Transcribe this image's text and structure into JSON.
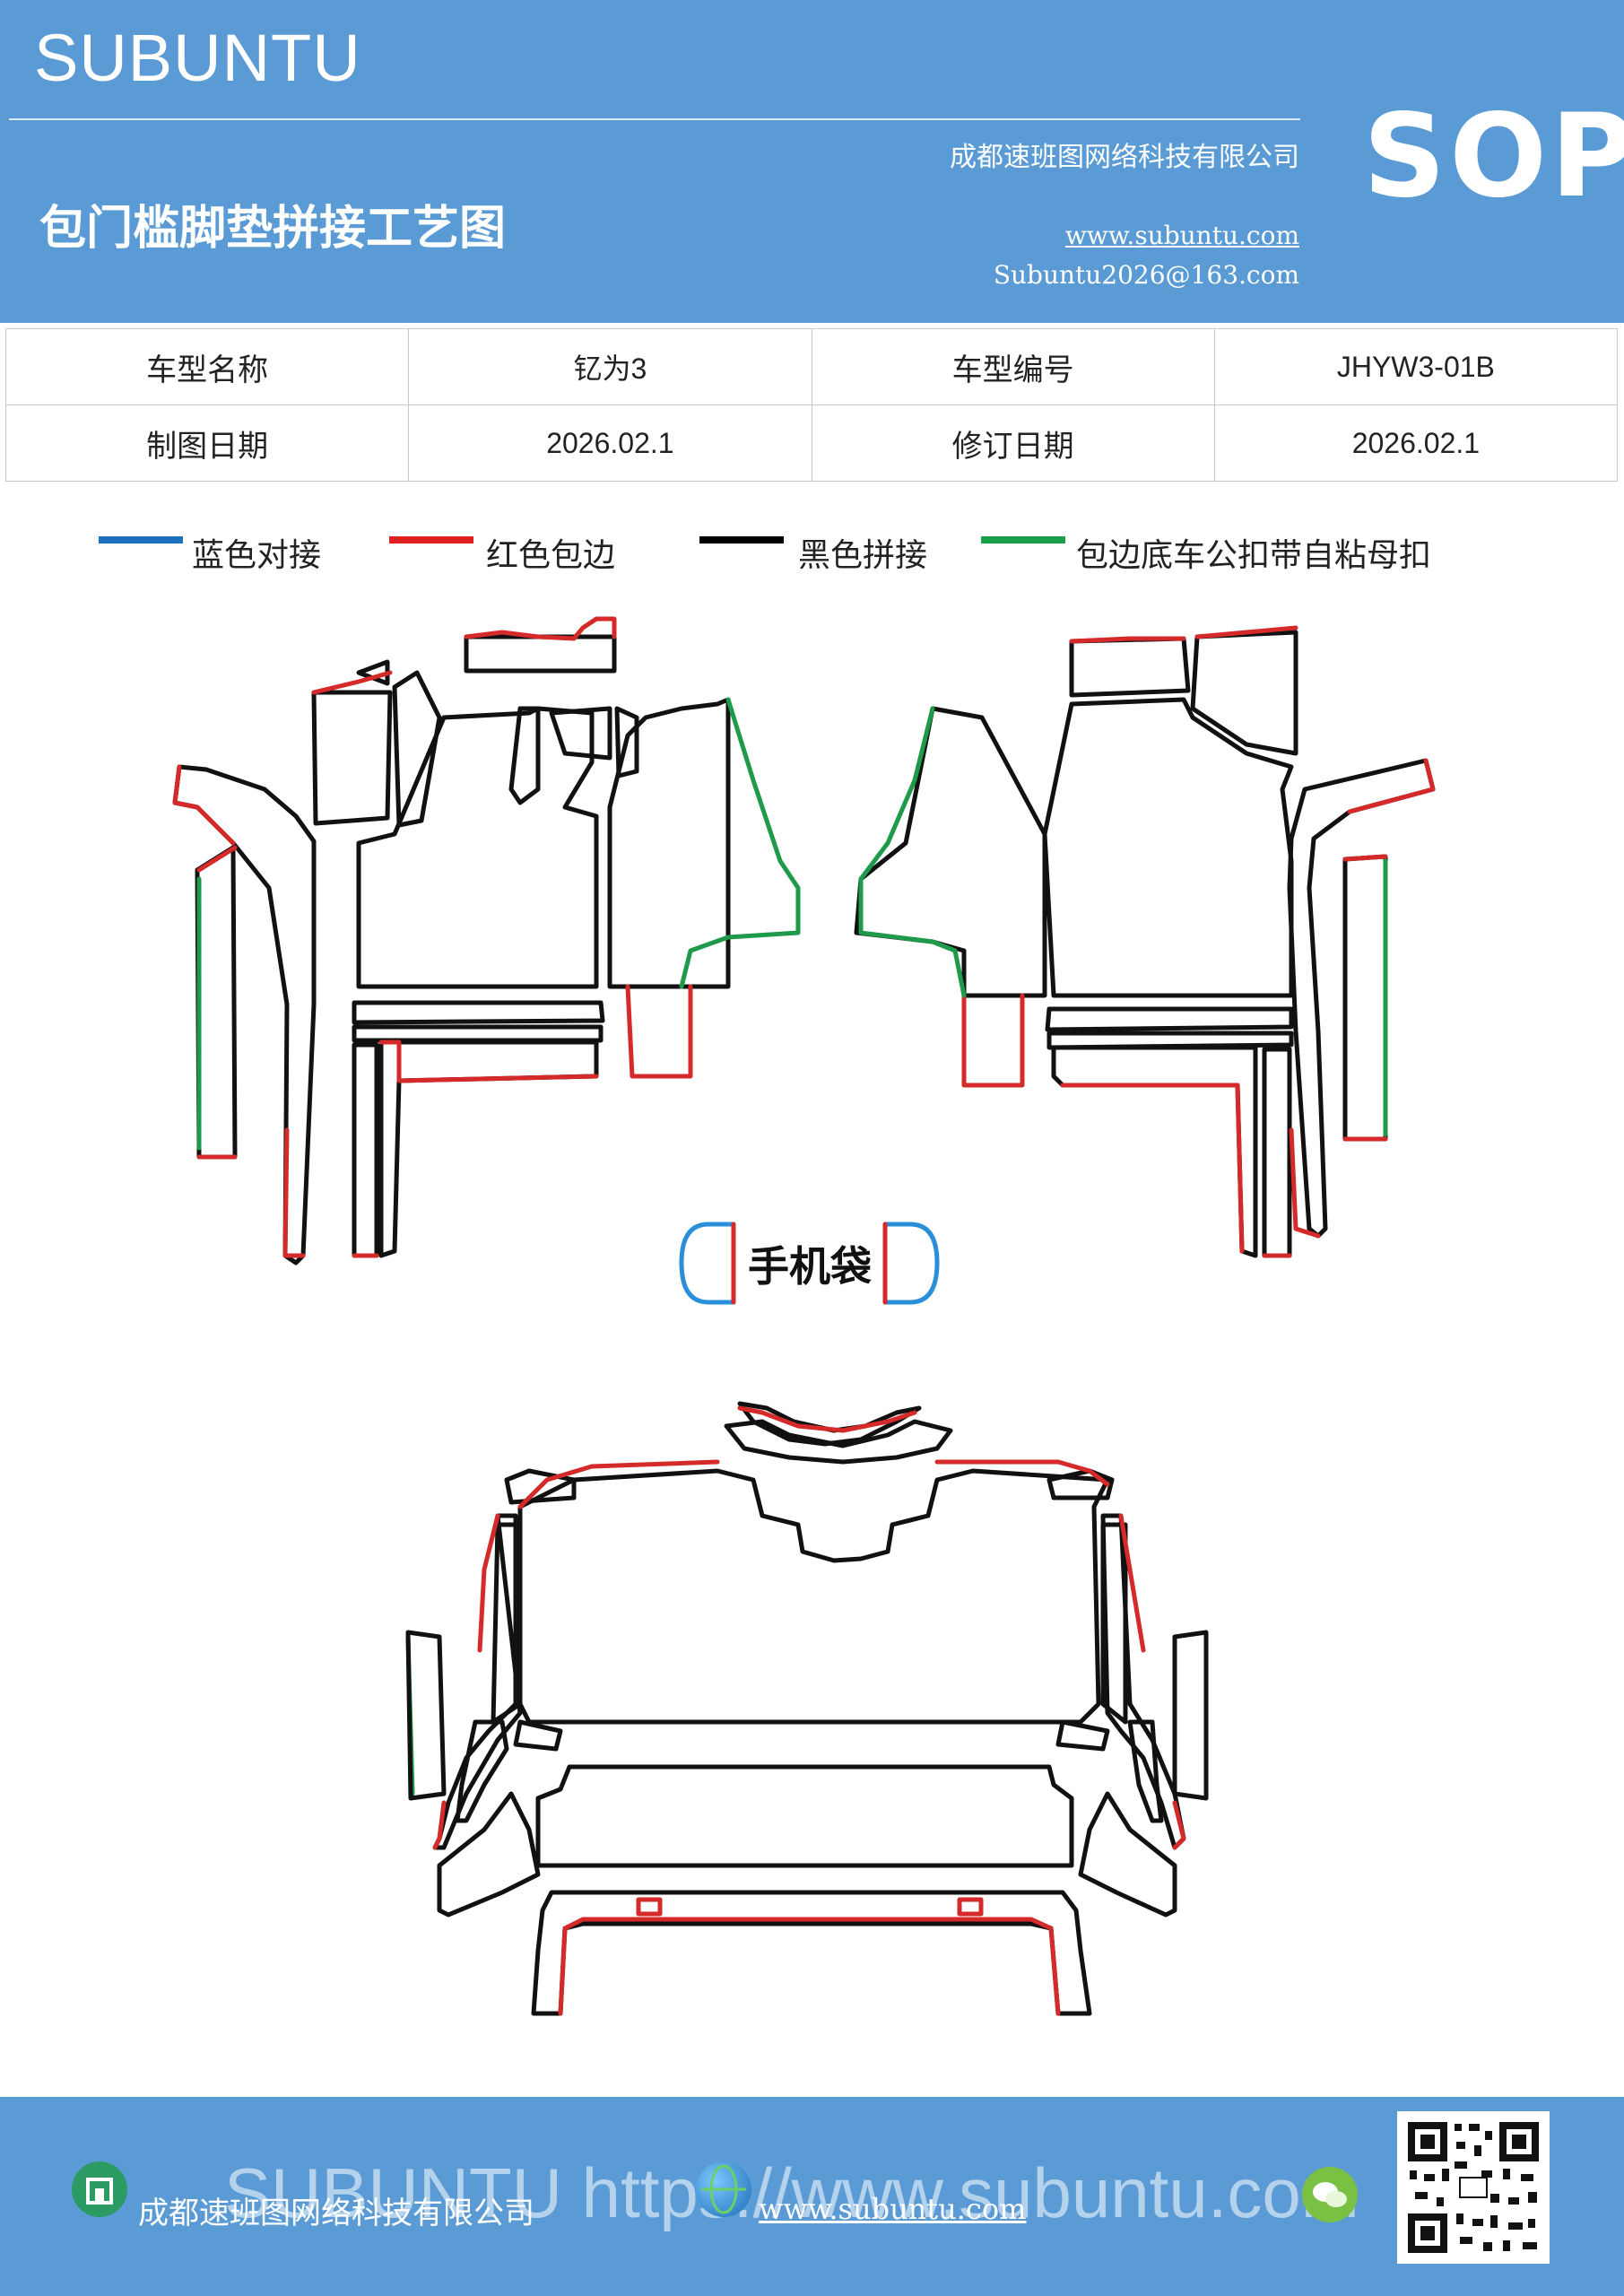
{
  "header": {
    "brand": "SUBUNTU",
    "title": "包门槛脚垫拼接工艺图",
    "company": "成都速班图网络科技有限公司",
    "website": "www.subuntu.com",
    "email": "Subuntu2026@163.com",
    "sop": "SOP"
  },
  "info_table": {
    "rows": [
      {
        "label1": "车型名称",
        "value1": "钇为3",
        "label2": "车型编号",
        "value2": "JHYW3-01B"
      },
      {
        "label1": "制图日期",
        "value1": "2026.02.1",
        "label2": "修订日期",
        "value2": "2026.02.1"
      }
    ]
  },
  "legend": [
    {
      "label": "蓝色对接",
      "color": "#1f6fbf"
    },
    {
      "label": "红色包边",
      "color": "#e02020"
    },
    {
      "label": "黑色拼接",
      "color": "#000000"
    },
    {
      "label": "包边底车公扣带自粘母扣",
      "color": "#1aa04a"
    }
  ],
  "diagram": {
    "phone_bag_label": "手机袋",
    "colors": {
      "outline": "#111111",
      "edge": "#d42a2a",
      "snap": "#1e9a4a",
      "join": "#2a8fd8"
    }
  },
  "footer": {
    "company": "成都速班图网络科技有限公司",
    "website": "www.subuntu.com",
    "watermark": "SUBUNTU https://www.subuntu.com",
    "icons": [
      "building-icon",
      "globe-icon",
      "wechat-icon",
      "qr-code"
    ]
  }
}
